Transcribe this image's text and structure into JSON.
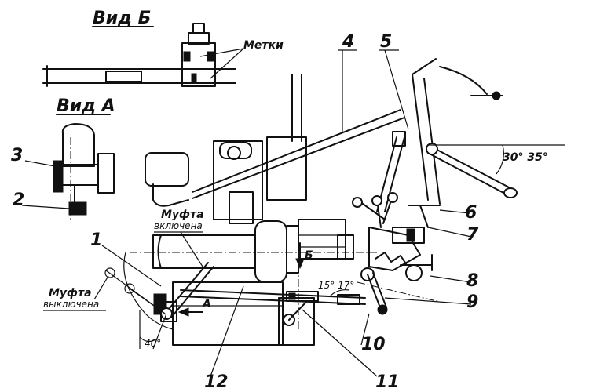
{
  "views": {
    "view_b": "Вид Б",
    "view_a": "Вид А",
    "marks": "Метки"
  },
  "clutch_states": {
    "engaged_line1": "Муфта",
    "engaged_line2": "включена",
    "disengaged_line1": "Муфта",
    "disengaged_line2": "выключена"
  },
  "section_marks": {
    "a": "А",
    "b": "Б"
  },
  "angles": {
    "top_right": "30° 35°",
    "middle": "15° 17°",
    "bottom_left": "40°"
  },
  "callouts": [
    "1",
    "2",
    "3",
    "4",
    "5",
    "6",
    "7",
    "8",
    "9",
    "10",
    "11",
    "12"
  ]
}
